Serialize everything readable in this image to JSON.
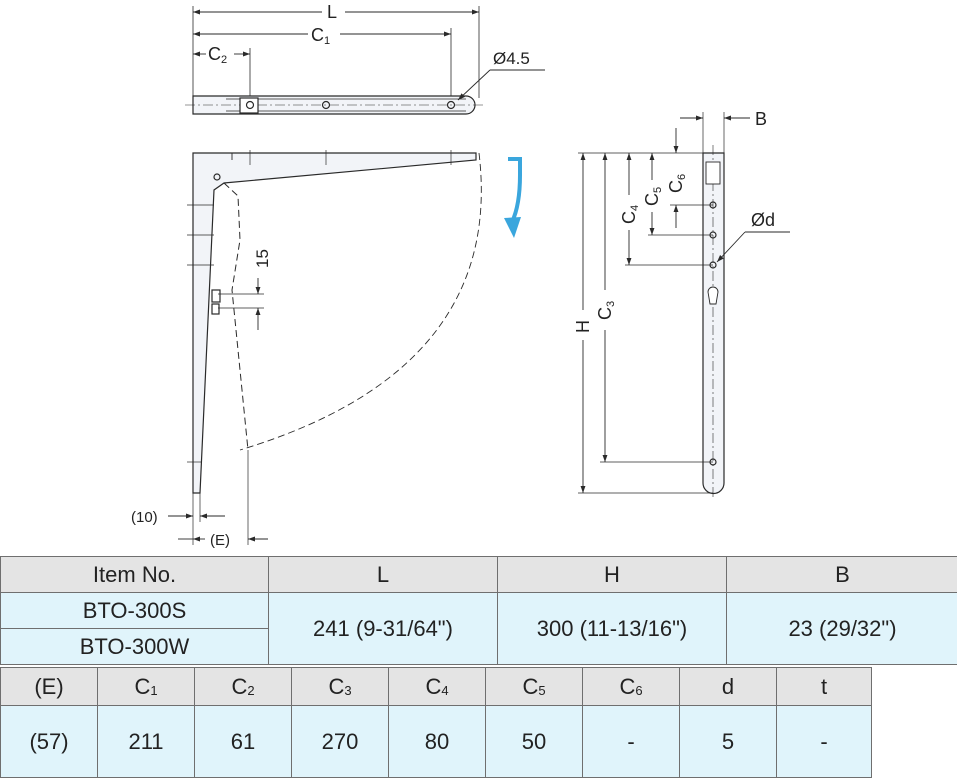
{
  "drawing": {
    "labels": {
      "L": "L",
      "C1": "C",
      "C1_sub": "1",
      "C2": "C",
      "C2_sub": "2",
      "phi45": "Ø4.5",
      "dim15": "15",
      "dim10": "(10)",
      "E": "(E)",
      "B": "B",
      "H": "H",
      "C3": "C",
      "C3_sub": "3",
      "C4": "C",
      "C4_sub": "4",
      "C5": "C",
      "C5_sub": "5",
      "C6": "C",
      "C6_sub": "6",
      "phid": "Ød"
    },
    "colors": {
      "line": "#2a2a2a",
      "arrow": "#3aa6dd",
      "fill": "#f2f4f8"
    }
  },
  "table1": {
    "header": [
      "Item No.",
      "L",
      "H",
      "B"
    ],
    "items": [
      "BTO-300S",
      "BTO-300W"
    ],
    "L": "241 (9-31/64\")",
    "H": "300 (11-13/16\")",
    "B": "23 (29/32\")"
  },
  "table2": {
    "header": [
      {
        "main": "(E)",
        "sub": ""
      },
      {
        "main": "C",
        "sub": "1"
      },
      {
        "main": "C",
        "sub": "2"
      },
      {
        "main": "C",
        "sub": "3"
      },
      {
        "main": "C",
        "sub": "4"
      },
      {
        "main": "C",
        "sub": "5"
      },
      {
        "main": "C",
        "sub": "6"
      },
      {
        "main": "d",
        "sub": ""
      },
      {
        "main": "t",
        "sub": ""
      }
    ],
    "values": [
      "(57)",
      "211",
      "61",
      "270",
      "80",
      "50",
      "-",
      "5",
      "-"
    ]
  }
}
